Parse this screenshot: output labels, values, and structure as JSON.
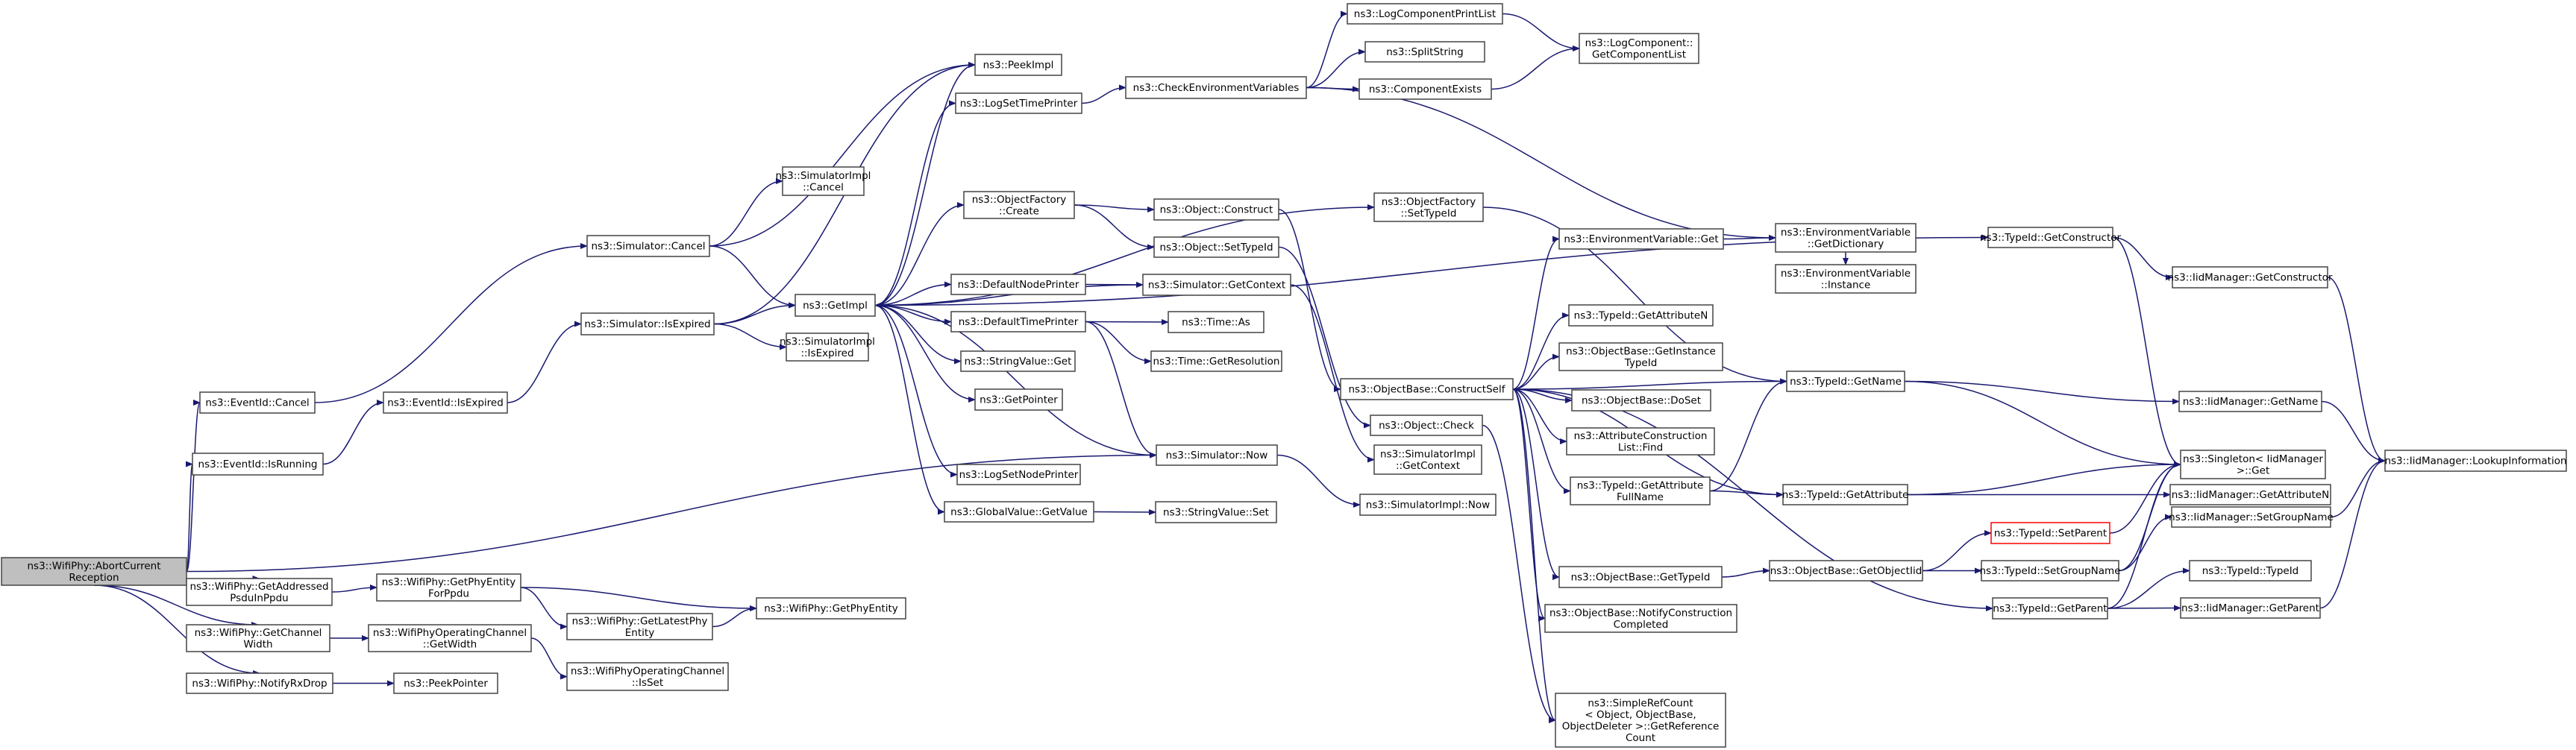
{
  "diagram": {
    "type": "call-graph",
    "colors": {
      "edge": "#191970",
      "node_border": "#444444",
      "root_fill": "#bfbfbf",
      "highlight_border": "#ff0000"
    },
    "nodes": [
      {
        "id": "abort",
        "lines": [
          "ns3::WifiPhy::AbortCurrent",
          "Reception"
        ],
        "root": true
      },
      {
        "id": "eventid_cancel",
        "lines": [
          "ns3::EventId::Cancel"
        ]
      },
      {
        "id": "eventid_isrunning",
        "lines": [
          "ns3::EventId::IsRunning"
        ]
      },
      {
        "id": "getaddressed",
        "lines": [
          "ns3::WifiPhy::GetAddressed",
          "PsduInPpdu"
        ]
      },
      {
        "id": "getchannelwidth",
        "lines": [
          "ns3::WifiPhy::GetChannel",
          "Width"
        ]
      },
      {
        "id": "notifyrxdrop",
        "lines": [
          "ns3::WifiPhy::NotifyRxDrop"
        ]
      },
      {
        "id": "sim_cancel",
        "lines": [
          "ns3::Simulator::Cancel"
        ]
      },
      {
        "id": "eventid_isexpired",
        "lines": [
          "ns3::EventId::IsExpired"
        ]
      },
      {
        "id": "getphyentityforppdu",
        "lines": [
          "ns3::WifiPhy::GetPhyEntity",
          "ForPpdu"
        ]
      },
      {
        "id": "getlatestphyentity",
        "lines": [
          "ns3::WifiPhy::GetLatestPhy",
          "Entity"
        ]
      },
      {
        "id": "getphyentity",
        "lines": [
          "ns3::WifiPhy::GetPhyEntity"
        ]
      },
      {
        "id": "opchan_getwidth",
        "lines": [
          "ns3::WifiPhyOperatingChannel",
          "::GetWidth"
        ]
      },
      {
        "id": "opchan_isset",
        "lines": [
          "ns3::WifiPhyOperatingChannel",
          "::IsSet"
        ]
      },
      {
        "id": "peekpointer",
        "lines": [
          "ns3::PeekPointer"
        ]
      },
      {
        "id": "simimpl_cancel",
        "lines": [
          "ns3::SimulatorImpl",
          "::Cancel"
        ]
      },
      {
        "id": "sim_isexpired",
        "lines": [
          "ns3::Simulator::IsExpired"
        ]
      },
      {
        "id": "getimpl",
        "lines": [
          "ns3::GetImpl"
        ]
      },
      {
        "id": "simimpl_isexpired",
        "lines": [
          "ns3::SimulatorImpl",
          "::IsExpired"
        ]
      },
      {
        "id": "peekimpl",
        "lines": [
          "ns3::PeekImpl"
        ]
      },
      {
        "id": "logsettimeprinter",
        "lines": [
          "ns3::LogSetTimePrinter"
        ]
      },
      {
        "id": "objfactory_create",
        "lines": [
          "ns3::ObjectFactory",
          "::Create"
        ]
      },
      {
        "id": "defaultnodeprinter",
        "lines": [
          "ns3::DefaultNodePrinter"
        ]
      },
      {
        "id": "defaulttimeprinter",
        "lines": [
          "ns3::DefaultTimePrinter"
        ]
      },
      {
        "id": "stringvalue_get",
        "lines": [
          "ns3::StringValue::Get"
        ]
      },
      {
        "id": "getpointer",
        "lines": [
          "ns3::GetPointer"
        ]
      },
      {
        "id": "logsetnodeprinter",
        "lines": [
          "ns3::LogSetNodePrinter"
        ]
      },
      {
        "id": "globalvalue_getvalue",
        "lines": [
          "ns3::GlobalValue::GetValue"
        ]
      },
      {
        "id": "checkenvvars",
        "lines": [
          "ns3::CheckEnvironmentVariables"
        ]
      },
      {
        "id": "object_construct",
        "lines": [
          "ns3::Object::Construct"
        ]
      },
      {
        "id": "object_settypeid",
        "lines": [
          "ns3::Object::SetTypeId"
        ]
      },
      {
        "id": "sim_getcontext",
        "lines": [
          "ns3::Simulator::GetContext"
        ]
      },
      {
        "id": "time_as",
        "lines": [
          "ns3::Time::As"
        ]
      },
      {
        "id": "time_getresolution",
        "lines": [
          "ns3::Time::GetResolution"
        ]
      },
      {
        "id": "sim_now",
        "lines": [
          "ns3::Simulator::Now"
        ]
      },
      {
        "id": "stringvalue_set",
        "lines": [
          "ns3::StringValue::Set"
        ]
      },
      {
        "id": "logcomponentprintlist",
        "lines": [
          "ns3::LogComponentPrintList"
        ]
      },
      {
        "id": "splitstring",
        "lines": [
          "ns3::SplitString"
        ]
      },
      {
        "id": "componentexists",
        "lines": [
          "ns3::ComponentExists"
        ]
      },
      {
        "id": "objfactory_settypeid",
        "lines": [
          "ns3::ObjectFactory",
          "::SetTypeId"
        ]
      },
      {
        "id": "constructself",
        "lines": [
          "ns3::ObjectBase::ConstructSelf"
        ]
      },
      {
        "id": "object_check",
        "lines": [
          "ns3::Object::Check"
        ]
      },
      {
        "id": "simimpl_getcontext",
        "lines": [
          "ns3::SimulatorImpl",
          "::GetContext"
        ]
      },
      {
        "id": "simimpl_now",
        "lines": [
          "ns3::SimulatorImpl::Now"
        ]
      },
      {
        "id": "logcomponent_getcomponentlist",
        "lines": [
          "ns3::LogComponent::",
          "GetComponentList"
        ]
      },
      {
        "id": "envvar_get",
        "lines": [
          "ns3::EnvironmentVariable::Get"
        ]
      },
      {
        "id": "typeid_getattributen",
        "lines": [
          "ns3::TypeId::GetAttributeN"
        ]
      },
      {
        "id": "objbase_getinstancetypeid",
        "lines": [
          "ns3::ObjectBase::GetInstance",
          "TypeId"
        ]
      },
      {
        "id": "objbase_doset",
        "lines": [
          "ns3::ObjectBase::DoSet"
        ]
      },
      {
        "id": "attrconstructionlist_find",
        "lines": [
          "ns3::AttributeConstruction",
          "List::Find"
        ]
      },
      {
        "id": "typeid_getattributefullname",
        "lines": [
          "ns3::TypeId::GetAttribute",
          "FullName"
        ]
      },
      {
        "id": "objbase_gettypeid",
        "lines": [
          "ns3::ObjectBase::GetTypeId"
        ]
      },
      {
        "id": "objbase_notifyconstructioncompleted",
        "lines": [
          "ns3::ObjectBase::NotifyConstruction",
          "Completed"
        ]
      },
      {
        "id": "simplerefcount_getreferencecount",
        "lines": [
          "ns3::SimpleRefCount",
          "< Object, ObjectBase,",
          "ObjectDeleter >::GetReference",
          "Count"
        ]
      },
      {
        "id": "envvar_getdictionary",
        "lines": [
          "ns3::EnvironmentVariable",
          "::GetDictionary"
        ]
      },
      {
        "id": "envvar_instance",
        "lines": [
          "ns3::EnvironmentVariable",
          "::Instance"
        ]
      },
      {
        "id": "typeid_getname",
        "lines": [
          "ns3::TypeId::GetName"
        ]
      },
      {
        "id": "typeid_getattribute",
        "lines": [
          "ns3::TypeId::GetAttribute"
        ]
      },
      {
        "id": "objbase_getobjectiid",
        "lines": [
          "ns3::ObjectBase::GetObjectIid"
        ]
      },
      {
        "id": "typeid_setparent",
        "lines": [
          "ns3::TypeId::SetParent"
        ],
        "highlight": true
      },
      {
        "id": "typeid_setgroupname",
        "lines": [
          "ns3::TypeId::SetGroupName"
        ]
      },
      {
        "id": "typeid_getparent",
        "lines": [
          "ns3::TypeId::GetParent"
        ]
      },
      {
        "id": "typeid_getconstructor",
        "lines": [
          "ns3::TypeId::GetConstructor"
        ]
      },
      {
        "id": "iidmanager_getconstructor",
        "lines": [
          "ns3::IidManager::GetConstructor"
        ]
      },
      {
        "id": "iidmanager_getname",
        "lines": [
          "ns3::IidManager::GetName"
        ]
      },
      {
        "id": "singleton_get",
        "lines": [
          "ns3::Singleton< IidManager",
          " >::Get"
        ]
      },
      {
        "id": "iidmanager_getattributen",
        "lines": [
          "ns3::IidManager::GetAttributeN"
        ]
      },
      {
        "id": "iidmanager_setgroupname",
        "lines": [
          "ns3::IidManager::SetGroupName"
        ]
      },
      {
        "id": "typeid_typeid",
        "lines": [
          "ns3::TypeId::TypeId"
        ]
      },
      {
        "id": "iidmanager_getparent",
        "lines": [
          "ns3::IidManager::GetParent"
        ]
      },
      {
        "id": "iidmanager_lookupinformation",
        "lines": [
          "ns3::IidManager::LookupInformation"
        ]
      }
    ],
    "edges": [
      [
        "abort",
        "eventid_cancel"
      ],
      [
        "abort",
        "eventid_isrunning"
      ],
      [
        "abort",
        "sim_now"
      ],
      [
        "abort",
        "getaddressed"
      ],
      [
        "abort",
        "getchannelwidth"
      ],
      [
        "abort",
        "notifyrxdrop"
      ],
      [
        "eventid_cancel",
        "sim_cancel"
      ],
      [
        "eventid_isrunning",
        "eventid_isexpired"
      ],
      [
        "eventid_isexpired",
        "sim_isexpired"
      ],
      [
        "getaddressed",
        "getphyentityforppdu"
      ],
      [
        "getphyentityforppdu",
        "getlatestphyentity"
      ],
      [
        "getphyentityforppdu",
        "getphyentity"
      ],
      [
        "getlatestphyentity",
        "getphyentity"
      ],
      [
        "getchannelwidth",
        "opchan_getwidth"
      ],
      [
        "opchan_getwidth",
        "opchan_isset"
      ],
      [
        "notifyrxdrop",
        "peekpointer"
      ],
      [
        "sim_cancel",
        "simimpl_cancel"
      ],
      [
        "sim_cancel",
        "peekimpl"
      ],
      [
        "sim_cancel",
        "getimpl"
      ],
      [
        "sim_isexpired",
        "getimpl"
      ],
      [
        "sim_isexpired",
        "simimpl_isexpired"
      ],
      [
        "sim_isexpired",
        "peekimpl"
      ],
      [
        "getimpl",
        "peekimpl"
      ],
      [
        "getimpl",
        "logsettimeprinter"
      ],
      [
        "getimpl",
        "objfactory_create"
      ],
      [
        "getimpl",
        "objfactory_settypeid"
      ],
      [
        "getimpl",
        "defaultnodeprinter"
      ],
      [
        "getimpl",
        "defaulttimeprinter"
      ],
      [
        "getimpl",
        "stringvalue_get"
      ],
      [
        "getimpl",
        "getpointer"
      ],
      [
        "getimpl",
        "logsetnodeprinter"
      ],
      [
        "getimpl",
        "globalvalue_getvalue"
      ],
      [
        "getimpl",
        "typeid_getconstructor"
      ],
      [
        "logsettimeprinter",
        "checkenvvars"
      ],
      [
        "checkenvvars",
        "logcomponentprintlist"
      ],
      [
        "checkenvvars",
        "splitstring"
      ],
      [
        "checkenvvars",
        "componentexists"
      ],
      [
        "checkenvvars",
        "envvar_getdictionary"
      ],
      [
        "logcomponentprintlist",
        "logcomponent_getcomponentlist"
      ],
      [
        "componentexists",
        "logcomponent_getcomponentlist"
      ],
      [
        "objfactory_create",
        "object_construct"
      ],
      [
        "objfactory_create",
        "object_settypeid"
      ],
      [
        "object_construct",
        "constructself"
      ],
      [
        "object_settypeid",
        "object_check"
      ],
      [
        "defaultnodeprinter",
        "sim_getcontext"
      ],
      [
        "sim_getcontext",
        "getimpl"
      ],
      [
        "sim_getcontext",
        "simimpl_getcontext"
      ],
      [
        "defaulttimeprinter",
        "time_as"
      ],
      [
        "defaulttimeprinter",
        "time_getresolution"
      ],
      [
        "defaulttimeprinter",
        "sim_now"
      ],
      [
        "sim_now",
        "getimpl"
      ],
      [
        "sim_now",
        "simimpl_now"
      ],
      [
        "globalvalue_getvalue",
        "stringvalue_set"
      ],
      [
        "objfactory_settypeid",
        "typeid_getname"
      ],
      [
        "constructself",
        "envvar_get"
      ],
      [
        "constructself",
        "typeid_getname"
      ],
      [
        "constructself",
        "typeid_getattributen"
      ],
      [
        "constructself",
        "objbase_getinstancetypeid"
      ],
      [
        "constructself",
        "objbase_doset"
      ],
      [
        "constructself",
        "attrconstructionlist_find"
      ],
      [
        "constructself",
        "typeid_getattributefullname"
      ],
      [
        "constructself",
        "typeid_getattribute"
      ],
      [
        "constructself",
        "objbase_gettypeid"
      ],
      [
        "constructself",
        "objbase_notifyconstructioncompleted"
      ],
      [
        "constructself",
        "simplerefcount_getreferencecount"
      ],
      [
        "constructself",
        "typeid_getparent"
      ],
      [
        "object_check",
        "simplerefcount_getreferencecount"
      ],
      [
        "envvar_get",
        "envvar_getdictionary"
      ],
      [
        "envvar_getdictionary",
        "envvar_instance"
      ],
      [
        "typeid_getattributefullname",
        "typeid_getname"
      ],
      [
        "typeid_getattributefullname",
        "typeid_getattribute"
      ],
      [
        "objbase_gettypeid",
        "objbase_getobjectiid"
      ],
      [
        "objbase_getobjectiid",
        "typeid_setparent"
      ],
      [
        "objbase_getobjectiid",
        "typeid_setgroupname"
      ],
      [
        "typeid_getname",
        "iidmanager_getname"
      ],
      [
        "typeid_getname",
        "singleton_get"
      ],
      [
        "typeid_getattribute",
        "iidmanager_getattributen"
      ],
      [
        "typeid_getattribute",
        "singleton_get"
      ],
      [
        "typeid_setparent",
        "singleton_get"
      ],
      [
        "typeid_setgroupname",
        "iidmanager_setgroupname"
      ],
      [
        "typeid_setgroupname",
        "singleton_get"
      ],
      [
        "typeid_getparent",
        "typeid_typeid"
      ],
      [
        "typeid_getparent",
        "iidmanager_getparent"
      ],
      [
        "typeid_getparent",
        "singleton_get"
      ],
      [
        "typeid_getconstructor",
        "iidmanager_getconstructor"
      ],
      [
        "typeid_getconstructor",
        "singleton_get"
      ],
      [
        "iidmanager_getconstructor",
        "iidmanager_lookupinformation"
      ],
      [
        "iidmanager_getname",
        "iidmanager_lookupinformation"
      ],
      [
        "iidmanager_setgroupname",
        "iidmanager_lookupinformation"
      ],
      [
        "iidmanager_getparent",
        "iidmanager_lookupinformation"
      ]
    ]
  }
}
